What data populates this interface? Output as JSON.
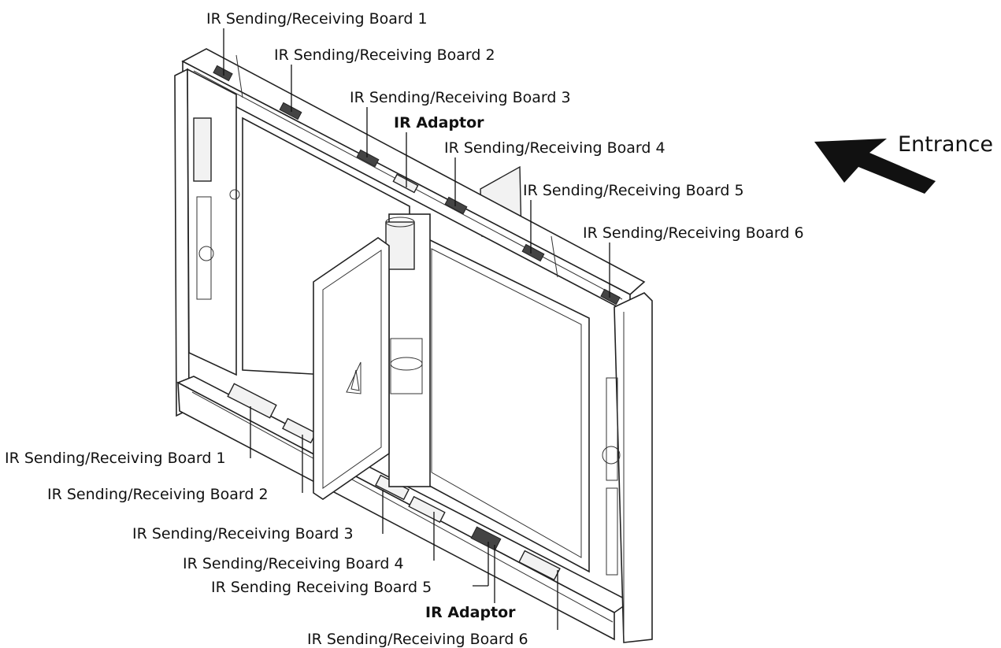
{
  "labels": {
    "top": [
      "IR Sending/Receiving Board 1",
      "IR Sending/Receiving Board 2",
      "IR Sending/Receiving Board 3",
      "IR Adaptor",
      "IR Sending/Receiving Board 4",
      "IR Sending/Receiving Board 5",
      "IR Sending/Receiving Board 6"
    ],
    "bottom": [
      "IR Sending/Receiving Board 1",
      "IR Sending/Receiving Board 2",
      "IR Sending/Receiving Board 3",
      "IR Sending/Receiving Board 4",
      "IR Sending Receiving Board 5",
      "IR Adaptor",
      "IR Sending/Receiving Board 6"
    ]
  },
  "entrance": {
    "label": "Entrance",
    "icon": "arrow-icon"
  }
}
